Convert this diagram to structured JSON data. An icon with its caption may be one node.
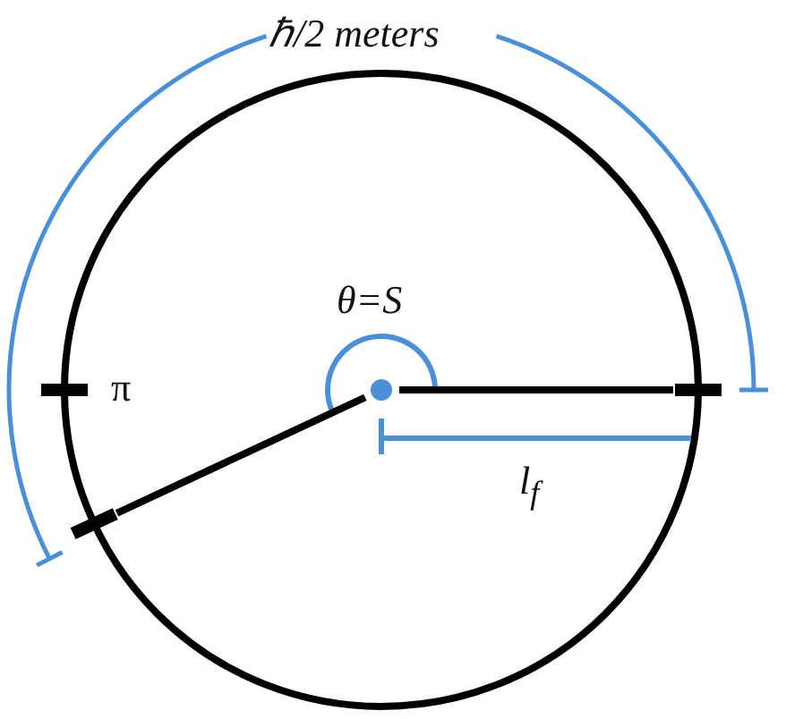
{
  "diagram": {
    "labels": [
      "ℏ/2 meters",
      "θ=S",
      "π",
      "l$_{f}$"
    ]
  }
}
